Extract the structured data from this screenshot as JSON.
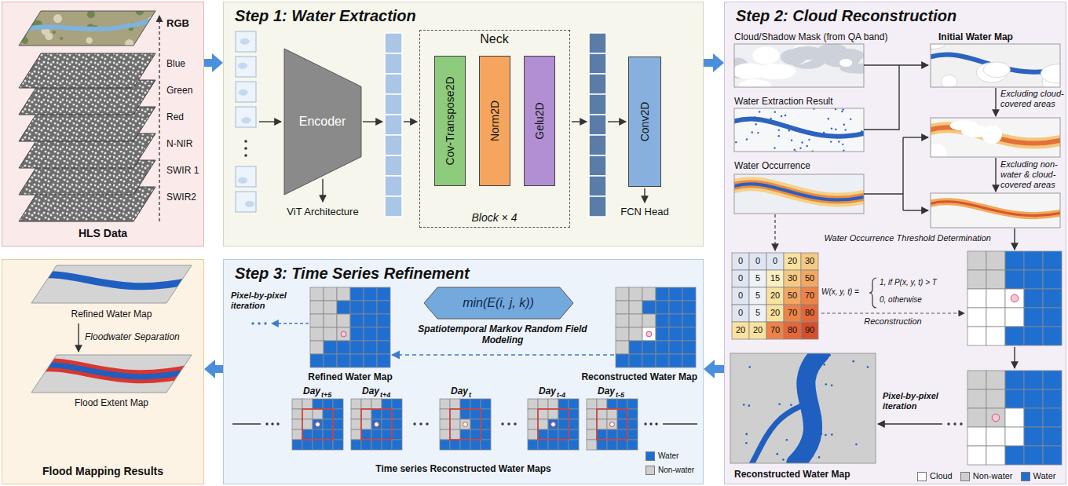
{
  "diagram": {
    "nodes": [
      {
        "text": [
          "HLS Data"
        ]
      },
      {
        "text": [
          "Step 1: Water Extraction"
        ]
      },
      {
        "text": [
          "Encoder"
        ],
        "in": 1
      },
      {
        "text": [
          "Neck",
          "Block × 4"
        ],
        "in": 1
      },
      {
        "text": [
          "Cov-Transpose2D"
        ],
        "in": 3
      },
      {
        "text": [
          "Norm2D"
        ],
        "in": 3
      },
      {
        "text": [
          "Gelu2D"
        ],
        "in": 3
      },
      {
        "text": [
          "Conv2D"
        ],
        "in": 1
      },
      {
        "text": [
          "Step 2: Cloud Reconstruction"
        ]
      },
      {
        "text": [
          "Step 3: Time Series Refinement"
        ]
      },
      {
        "text": [
          "min(E(i, j, k))"
        ],
        "in": 9
      },
      {
        "text": [
          "Flood Mapping Results"
        ]
      }
    ],
    "edges": [
      {
        "from": 0,
        "to": 1,
        "arrow": "to"
      },
      {
        "from": 1,
        "to": 8,
        "arrow": "to"
      },
      {
        "from": 8,
        "to": 9,
        "arrow": "to"
      },
      {
        "from": 9,
        "to": 11,
        "arrow": "to"
      }
    ],
    "labels": [
      "RGB",
      "Blue",
      "Green",
      "Red",
      "N-NIR",
      "SWIR 1",
      "SWIR2",
      "ViT Architecture",
      "FCN Head",
      "Cloud/Shadow Mask (from QA band)",
      "Initial Water Map",
      "Water Extraction Result",
      "Excluding cloud-covered areas",
      "Water Occurrence",
      "Excluding non-water & cloud-covered areas",
      "Water Occurrence Threshold Determination",
      "0",
      "0",
      "0",
      "20",
      "30",
      "0",
      "5",
      "15",
      "30",
      "50",
      "0",
      "5",
      "20",
      "50",
      "70",
      "0",
      "5",
      "20",
      "70",
      "80",
      "20",
      "20",
      "70",
      "80",
      "90",
      "W(x, y, t) =",
      "1, if P(x, y, t) > T",
      "0, otherwise",
      "Reconstruction",
      "Pixel-by-pixel iteration",
      "Reconstructed Water Map",
      "Pixel-by-pixel iteration",
      "Spatiotemporal Markov Random Field Modeling",
      "Refined Water Map",
      "Reconstructed Water Map",
      "Day",
      "t+5",
      "Day",
      "t+4",
      "Day",
      "t",
      "Day",
      "t-4",
      "Day",
      "t-5",
      "Time series Reconstructed Water Maps",
      "Refined Water Map",
      "Floodwater Separation",
      "Flood Extent Map"
    ],
    "legend": [
      {
        "text": "Cloud",
        "color": "#ffffff"
      },
      {
        "text": "Non-water",
        "color": "#cfcfcf"
      },
      {
        "text": "Water",
        "color": "#1f6fd0"
      },
      {
        "text": "Water",
        "color": "#1f6fd0"
      },
      {
        "text": "Non-water",
        "color": "#cfcfcf"
      }
    ]
  }
}
